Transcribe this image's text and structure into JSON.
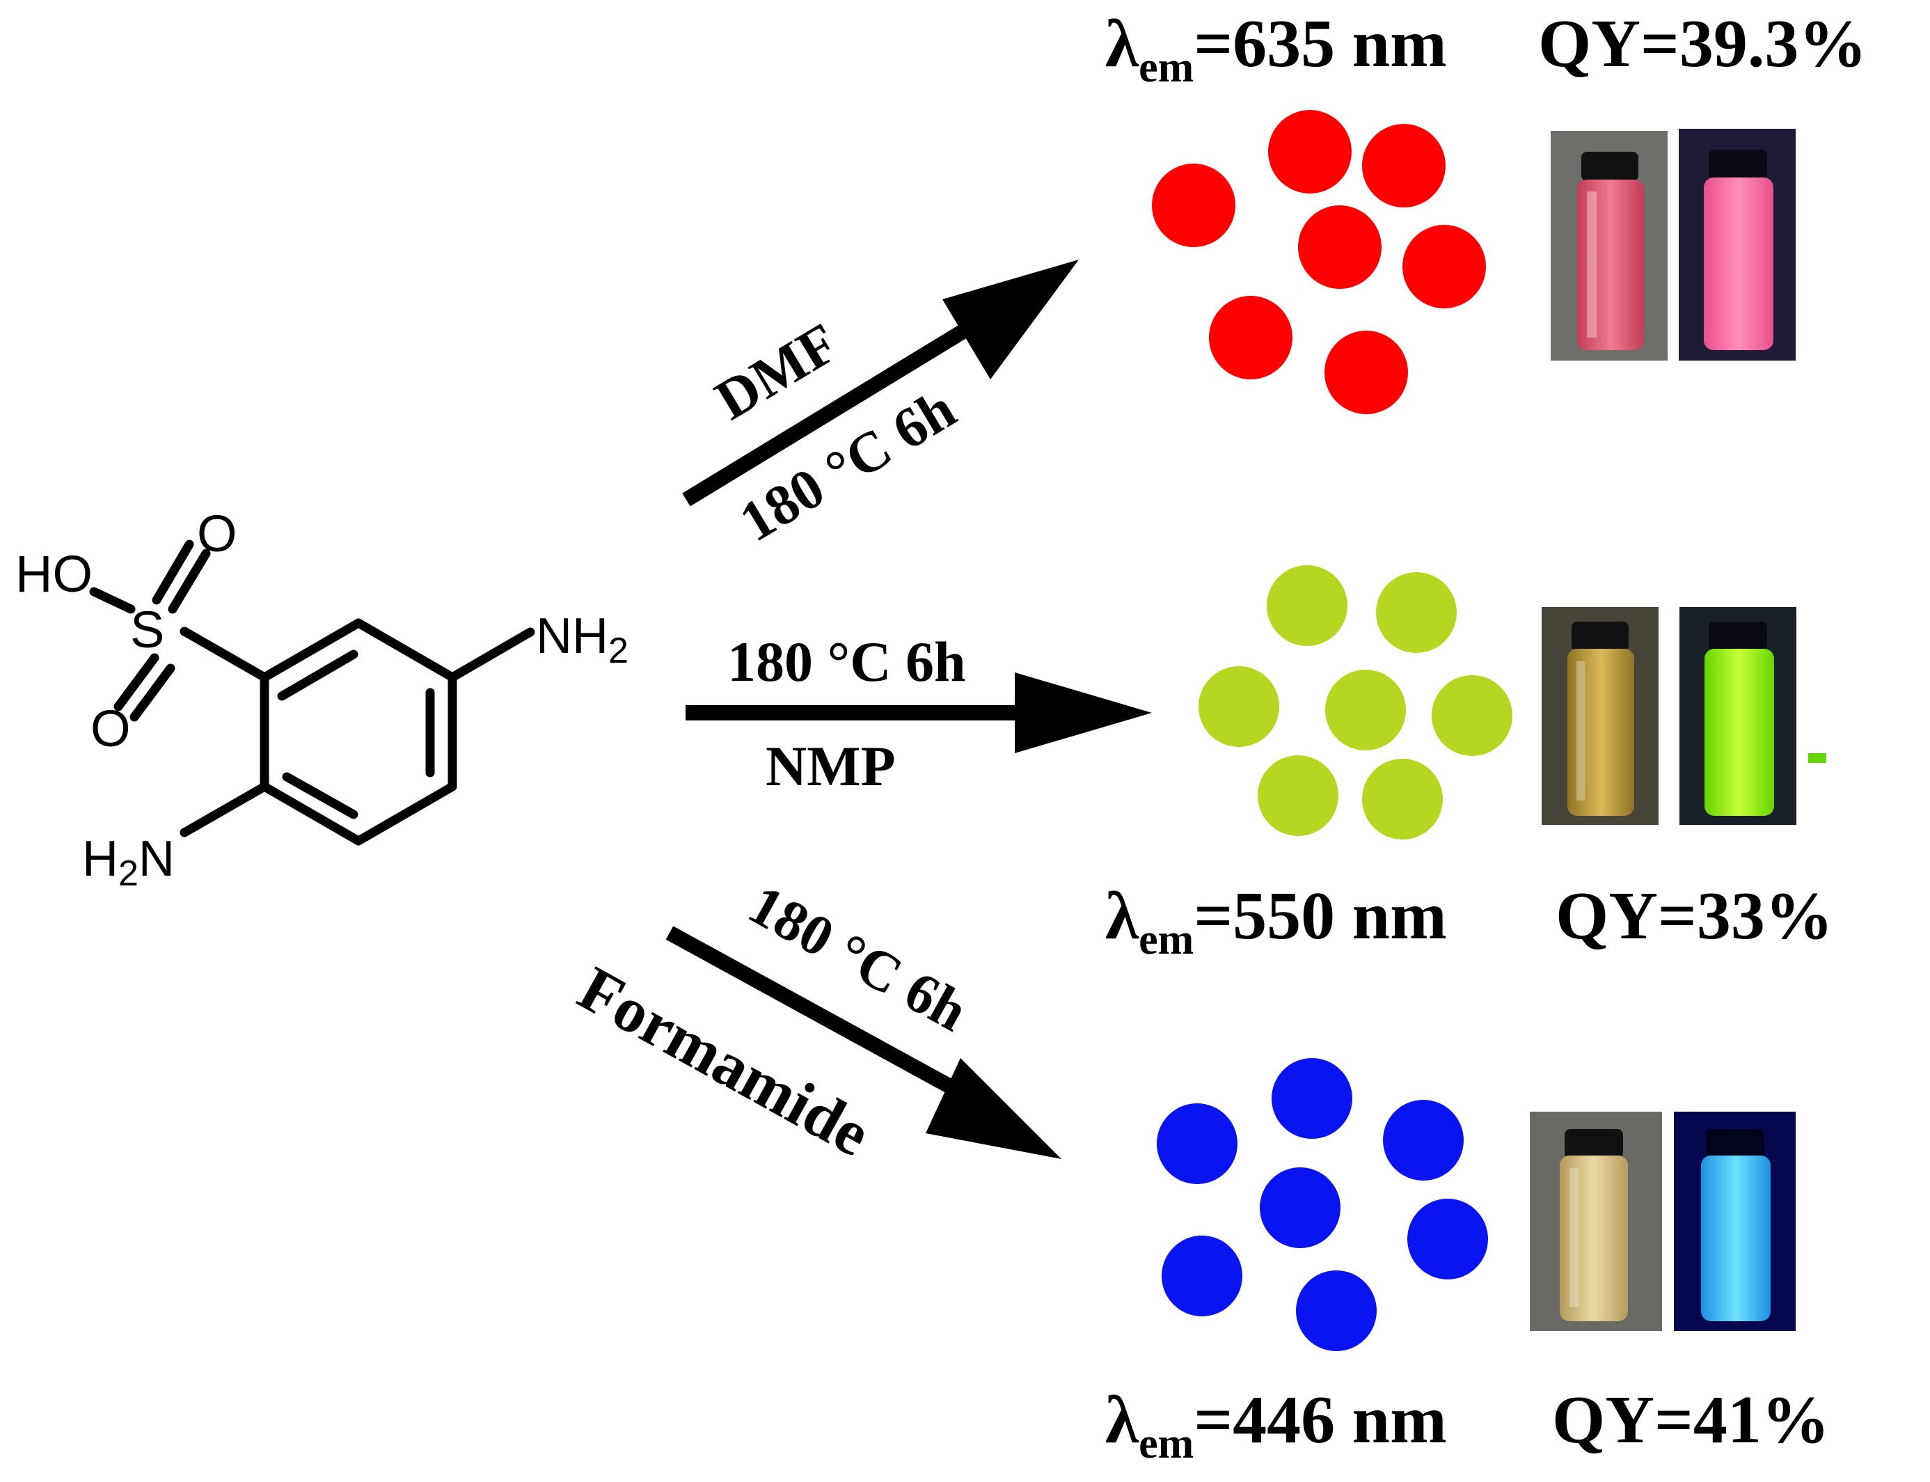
{
  "reactant": {
    "atoms": {
      "ho": "HO",
      "s": "S",
      "o_top": "O",
      "o_bottom": "O",
      "nh2_right": "NH",
      "nh2_right_sub": "2",
      "h2n_left_h": "H",
      "h2n_left_sub": "2",
      "h2n_left_n": "N"
    }
  },
  "routes": [
    {
      "id": "red",
      "solvent": "DMF",
      "conditions": "180 °C 6h",
      "lambda_symbol": "λ",
      "lambda_sub": "em",
      "lambda_value": "=635 nm",
      "qy": "QY=39.3%",
      "dot_color": "#ff0000",
      "vial_daylight_color": "#d9445f",
      "vial_uv_color": "#ff6fa0"
    },
    {
      "id": "green",
      "solvent": "NMP",
      "conditions": "180 °C 6h",
      "lambda_symbol": "λ",
      "lambda_sub": "em",
      "lambda_value": "=550 nm",
      "qy": "QY=33%",
      "dot_color": "#b5d721",
      "vial_daylight_color": "#b99a3c",
      "vial_uv_color": "#9cff1e"
    },
    {
      "id": "blue",
      "solvent": "Formamide",
      "conditions": "180 °C 6h",
      "lambda_symbol": "λ",
      "lambda_sub": "em",
      "lambda_value": "=446 nm",
      "qy": "QY=41%",
      "dot_color": "#0a14f0",
      "vial_daylight_color": "#d2bb7a",
      "vial_uv_color": "#39c8ff"
    }
  ]
}
